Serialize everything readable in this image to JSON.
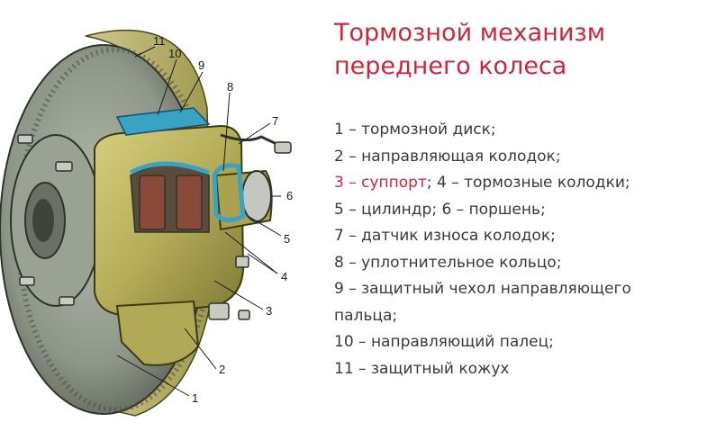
{
  "title": {
    "line1": "Тормозной механизм",
    "line2": "переднего колеса"
  },
  "legend": [
    {
      "segments": [
        {
          "text": "1 – тормозной диск;"
        }
      ]
    },
    {
      "segments": [
        {
          "text": "2 – направляющая колодок;"
        }
      ]
    },
    {
      "segments": [
        {
          "text": "3 – суппорт",
          "highlight": true
        },
        {
          "text": "; 4 – тормозные колодки;"
        }
      ]
    },
    {
      "segments": [
        {
          "text": "5 – цилиндр; 6 – поршень;"
        }
      ]
    },
    {
      "segments": [
        {
          "text": "7 – датчик износа колодок;"
        }
      ]
    },
    {
      "segments": [
        {
          "text": "8 – уплотнительное кольцо;"
        }
      ]
    },
    {
      "segments": [
        {
          "text": "9 – защитный чехол направляющего"
        }
      ]
    },
    {
      "segments": [
        {
          "text": "пальца;"
        }
      ]
    },
    {
      "segments": [
        {
          "text": "10 – направляющий палец;"
        }
      ]
    },
    {
      "segments": [
        {
          "text": "11 – защитный кожух"
        }
      ]
    }
  ],
  "callouts": [
    "1",
    "2",
    "3",
    "4",
    "5",
    "6",
    "7",
    "8",
    "9",
    "10",
    "11"
  ],
  "colors": {
    "accent": "#c8283c",
    "text": "#3a3a3a",
    "disc": "#8e9688",
    "caliper": "#b5ad58",
    "boot": "#3aa3c4",
    "pad": "#8a4a3a"
  }
}
